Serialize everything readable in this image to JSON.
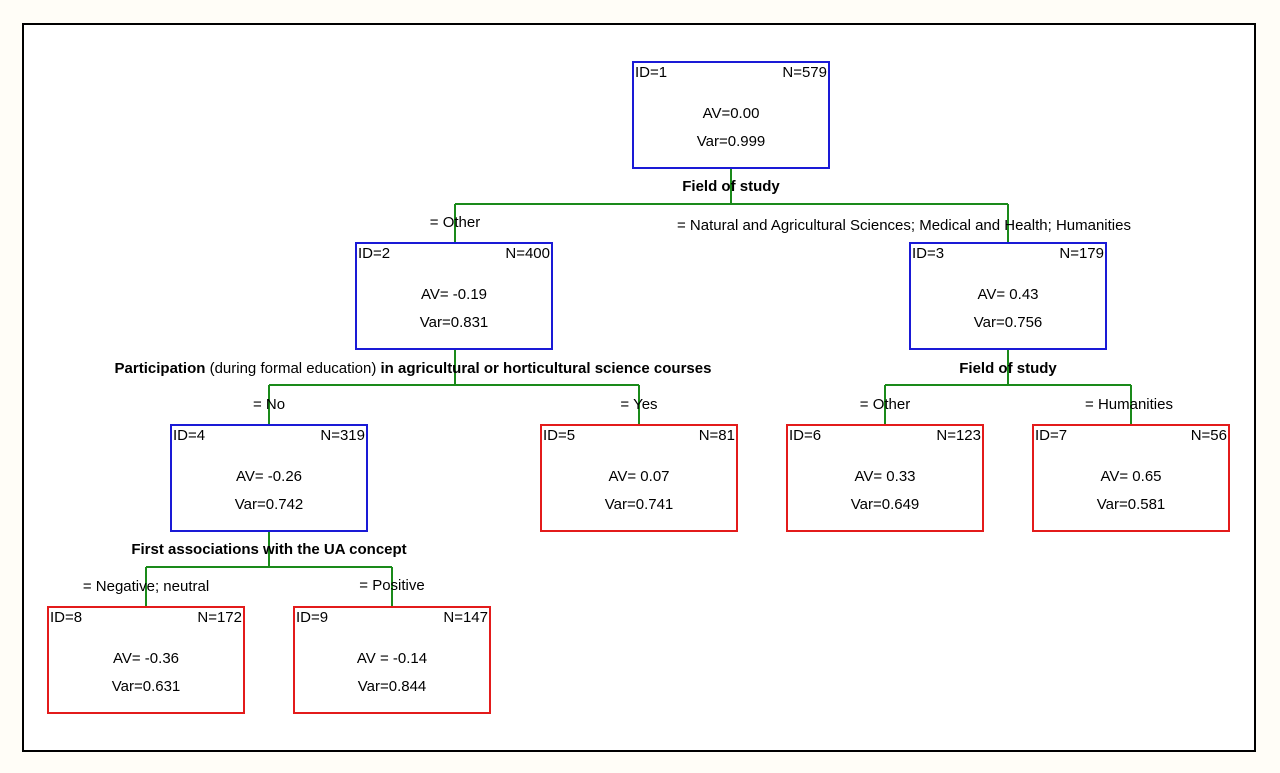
{
  "nodes": [
    {
      "id_label": "ID=1",
      "n_label": "N=579",
      "av": "AV=0.00",
      "var": "Var=0.999",
      "color": "#1a1ad6"
    },
    {
      "id_label": "ID=2",
      "n_label": "N=400",
      "av": "AV= -0.19",
      "var": "Var=0.831",
      "color": "#1a1ad6"
    },
    {
      "id_label": "ID=3",
      "n_label": "N=179",
      "av": "AV= 0.43",
      "var": "Var=0.756",
      "color": "#1a1ad6"
    },
    {
      "id_label": "ID=4",
      "n_label": "N=319",
      "av": "AV= -0.26",
      "var": "Var=0.742",
      "color": "#1a1ad6"
    },
    {
      "id_label": "ID=5",
      "n_label": "N=81",
      "av": "AV= 0.07",
      "var": "Var=0.741",
      "color": "#e31b1b"
    },
    {
      "id_label": "ID=6",
      "n_label": "N=123",
      "av": "AV= 0.33",
      "var": "Var=0.649",
      "color": "#e31b1b"
    },
    {
      "id_label": "ID=7",
      "n_label": "N=56",
      "av": "AV= 0.65",
      "var": "Var=0.581",
      "color": "#e31b1b"
    },
    {
      "id_label": "ID=8",
      "n_label": "N=172",
      "av": "AV= -0.36",
      "var": "Var=0.631",
      "color": "#e31b1b"
    },
    {
      "id_label": "ID=9",
      "n_label": "N=147",
      "av": "AV = -0.14",
      "var": "Var=0.844",
      "color": "#e31b1b"
    }
  ],
  "splits": {
    "root": "Field of study",
    "node2_part1": "Participation",
    "node2_part2": " (during formal education) ",
    "node2_part3": "in agricultural or horticultural science courses",
    "node3": "Field of study",
    "node4": "First associations with the UA concept"
  },
  "branches": {
    "n2": "= Other",
    "n3": "= Natural and Agricultural Sciences; Medical and Health; Humanities",
    "n4": "= No",
    "n5": "= Yes",
    "n6": "= Other",
    "n7": "= Humanities",
    "n8": "= Negative; neutral",
    "n9": "= Positive"
  },
  "colors": {
    "internal_node": "#1a1ad6",
    "terminal_node": "#e31b1b",
    "edge": "#1a8a1a"
  }
}
